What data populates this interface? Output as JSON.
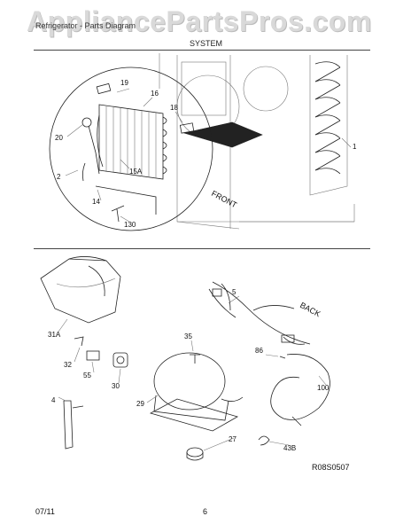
{
  "watermark": "AppliancePartsPros.com",
  "header": {
    "category": "Refrigerator - Parts Diagram",
    "section": "SYSTEM"
  },
  "labels": {
    "front": "FRONT",
    "back": "BACK",
    "callouts_top": [
      "19",
      "16",
      "18",
      "20",
      "15A",
      "2",
      "14",
      "130",
      "1"
    ],
    "callouts_bottom": [
      "31A",
      "5",
      "35",
      "86",
      "32",
      "55",
      "30",
      "100",
      "29",
      "4",
      "27",
      "43B"
    ]
  },
  "diagram_code": "R08S0507",
  "footer": {
    "date": "07/11",
    "page": "6"
  }
}
